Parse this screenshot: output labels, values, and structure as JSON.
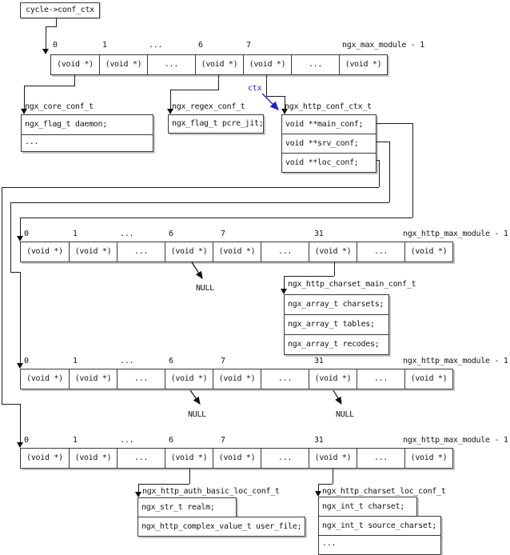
{
  "root_box": {
    "label": "cycle->conf_ctx"
  },
  "ctx_pointer_label": "ctx",
  "null_label": "NULL",
  "core_array": {
    "index_labels": {
      "i0": "0",
      "i1": "1",
      "dots": "...",
      "i6": "6",
      "i7": "7"
    },
    "max_label": "ngx_max_module - 1",
    "cells": [
      "(void *)",
      "(void *)",
      "...",
      "(void *)",
      "(void *)",
      "...",
      "(void *)"
    ]
  },
  "http_array": {
    "index_labels": {
      "i0": "0",
      "i1": "1",
      "dots": "...",
      "i6": "6",
      "i7": "7",
      "i31": "31"
    },
    "max_label": "ngx_http_max_module - 1",
    "cells": [
      "(void *)",
      "(void *)",
      "...",
      "(void *)",
      "(void *)",
      "...",
      "(void *)",
      "...",
      "(void *)"
    ]
  },
  "structs": {
    "core_conf": {
      "label": "ngx_core_conf_t",
      "rows": [
        "ngx_flag_t daemon;",
        "..."
      ]
    },
    "regex_conf": {
      "label": "ngx_regex_conf_t",
      "rows": [
        "ngx_flag_t pcre_jit;"
      ]
    },
    "http_conf_ctx": {
      "label": "ngx_http_conf_ctx_t",
      "rows": [
        "void **main_conf;",
        "void **srv_conf;",
        "void **loc_conf;"
      ]
    },
    "charset_main_conf": {
      "label": "ngx_http_charset_main_conf_t",
      "rows": [
        "ngx_array_t charsets;",
        "ngx_array_t tables;",
        "ngx_array_t recodes;"
      ]
    },
    "auth_basic_loc_conf": {
      "label": "ngx_http_auth_basic_loc_conf_t",
      "rows": [
        "ngx_str_t realm;",
        "ngx_http_complex_value_t user_file;"
      ]
    },
    "charset_loc_conf": {
      "label": "ngx_http_charset_loc_conf_t",
      "rows": [
        "ngx_int_t charset;",
        "ngx_int_t source_charset;",
        "..."
      ]
    }
  },
  "colors": {
    "accent_blue": "#2323bf",
    "line": "#3a3a3a"
  }
}
